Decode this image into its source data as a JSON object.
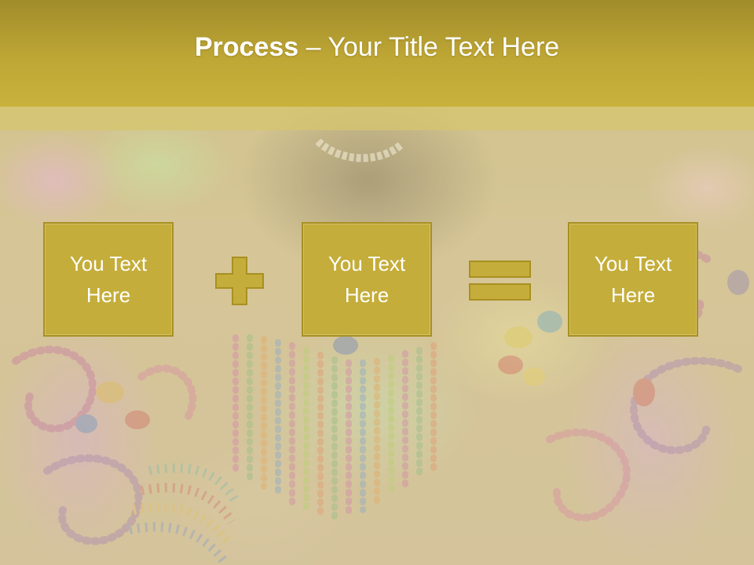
{
  "header": {
    "title_bold": "Process",
    "title_dash": " – ",
    "title_rest": "Your Title Text Here"
  },
  "boxes": [
    {
      "text": "You Text Here"
    },
    {
      "text": "You Text Here"
    },
    {
      "text": "You Text Here"
    }
  ],
  "operators": {
    "first": "plus-icon",
    "second": "equals-icon"
  },
  "colors": {
    "header": "#bfa735",
    "box_fill": "#c4ad3a",
    "box_border": "#a89022",
    "text": "#ffffff"
  }
}
